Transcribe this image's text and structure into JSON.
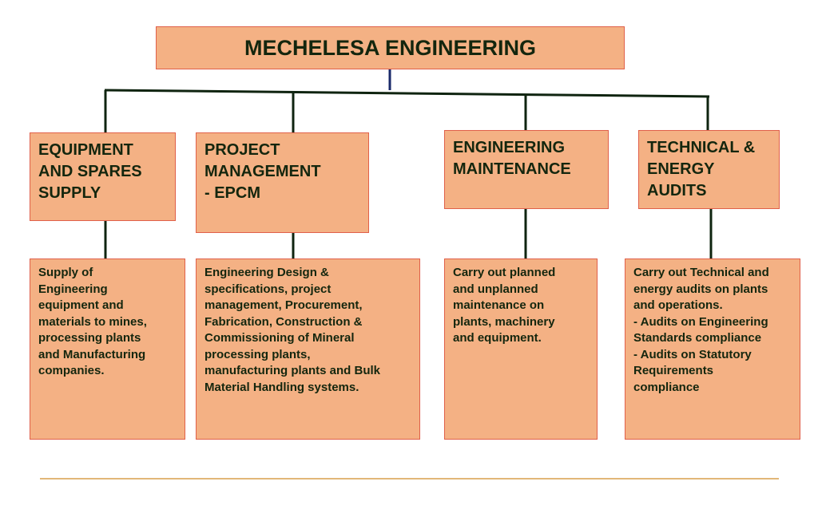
{
  "title": "MECHELESA ENGINEERING",
  "divisions": [
    {
      "heading": "EQUIPMENT\nAND   SPARES\nSUPPLY",
      "description": "Supply of\nEngineering\nequipment and\nmaterials to mines,\nprocessing plants\nand Manufacturing\ncompanies."
    },
    {
      "heading": "PROJECT\nMANAGEMENT\n   - EPCM",
      "description": "Engineering Design &\nspecifications, project\nmanagement, Procurement,\nFabrication, Construction &\nCommissioning of Mineral\nprocessing plants,\nmanufacturing plants and Bulk\nMaterial Handling systems."
    },
    {
      "heading": "ENGINEERING\nMAINTENANCE",
      "description": "Carry out planned\nand unplanned\nmaintenance on\nplants, machinery\nand equipment."
    },
    {
      "heading": "TECHNICAL &\nENERGY\nAUDITS",
      "description": "Carry out Technical and\nenergy audits on plants\nand operations.\n- Audits on Engineering\nStandards compliance\n- Audits on Statutory\nRequirements\ncompliance"
    }
  ],
  "colors": {
    "box_fill": "#f4b184",
    "box_border": "#e0604a",
    "text": "#14260e",
    "connector": "#0f2410",
    "root_connector": "#1a2a6a",
    "footer_rule": "#e2b778"
  }
}
